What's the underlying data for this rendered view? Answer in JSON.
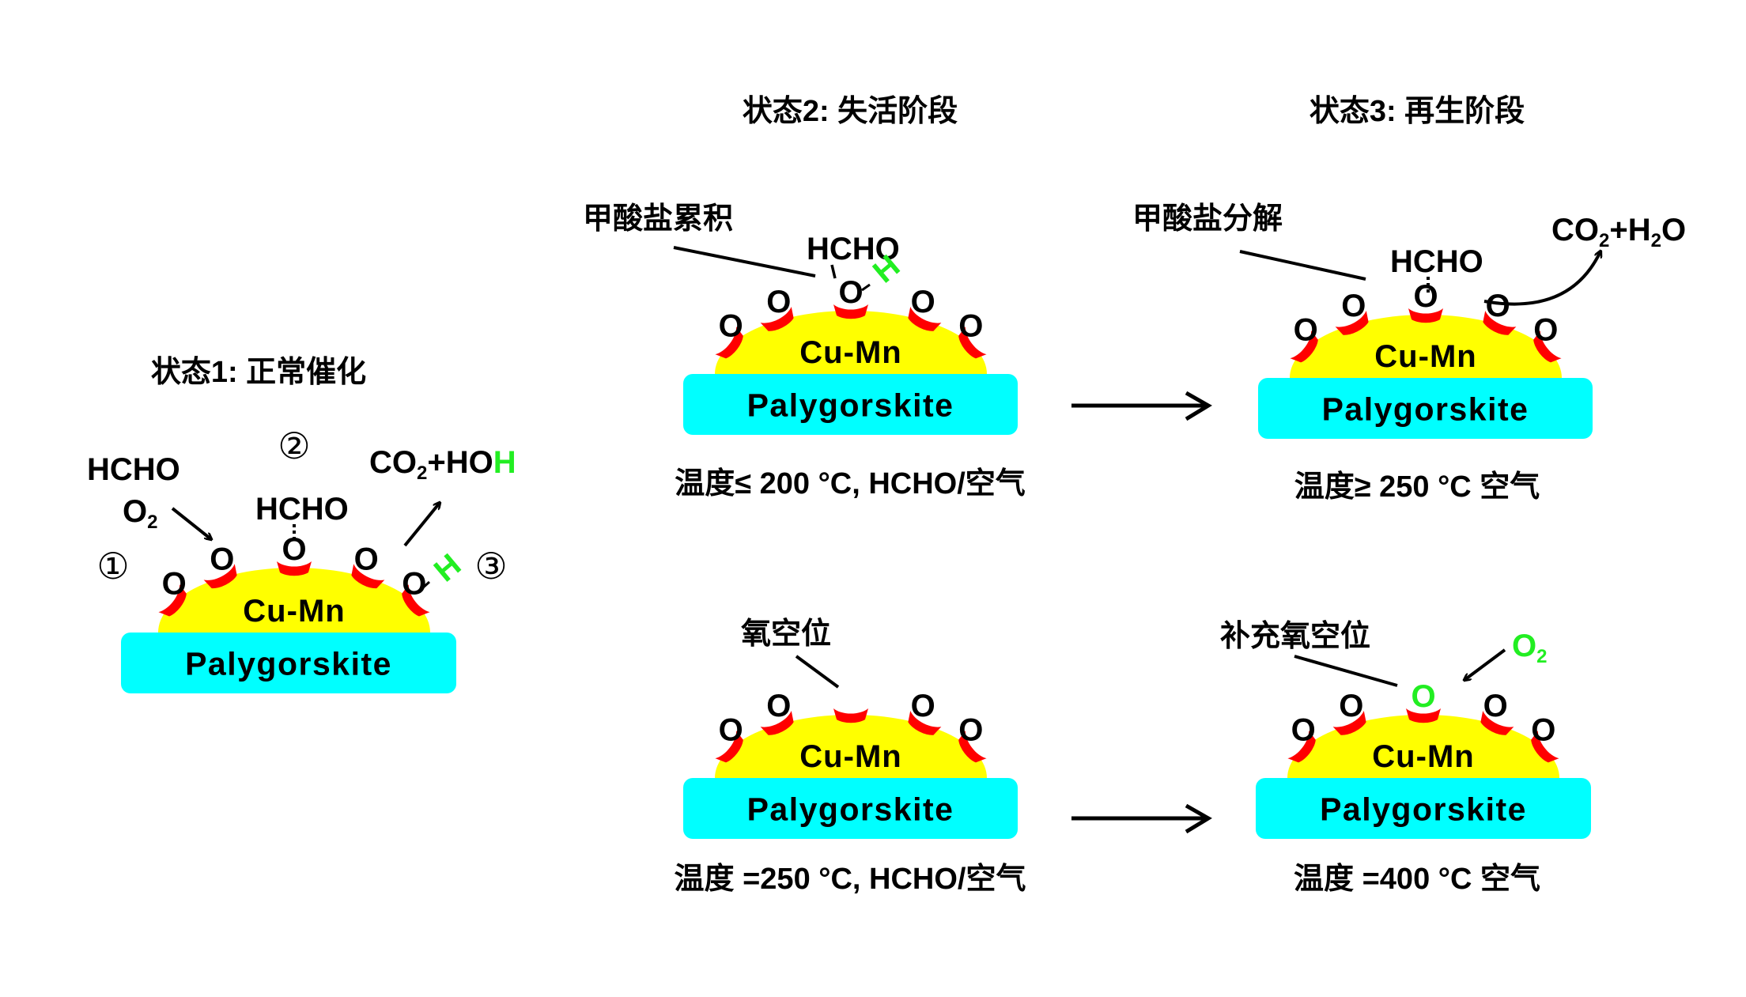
{
  "figure": {
    "colors": {
      "support": "#00ffff",
      "metal": "#ffff00",
      "site": "#ff0000",
      "hydrogen": "#22ee22",
      "ink": "#000000"
    },
    "state1": {
      "title": "状态1: 正常催化",
      "support_label": "Palygorskite",
      "metal_label": "Cu-Mn",
      "oxygen_label": "O",
      "step_markers": [
        "①",
        "②",
        "③"
      ],
      "reactant_hcho": "HCHO",
      "reactant_o2": "O",
      "reactant_o2_sub": "2",
      "adsorbed_hcho": "HCHO",
      "product_prefix": "CO",
      "product_sub": "2",
      "product_mid": "+HO",
      "product_h": "H",
      "surface_h": "H"
    },
    "state2_top": {
      "title": "状态2: 失活阶段",
      "annotation": "甲酸盐累积",
      "adsorbed_hcho": "HCHO",
      "surface_h": "H",
      "support_label": "Palygorskite",
      "metal_label": "Cu-Mn",
      "oxygen_label": "O",
      "condition": "温度≤ 200 °C, HCHO/空气"
    },
    "state3_top": {
      "title": "状态3: 再生阶段",
      "annotation": "甲酸盐分解",
      "adsorbed_hcho": "HCHO",
      "product_a": "CO",
      "product_a_sub": "2",
      "product_plus": "+H",
      "product_b_sub": "2",
      "product_b_tail": "O",
      "support_label": "Palygorskite",
      "metal_label": "Cu-Mn",
      "oxygen_label": "O",
      "condition": "温度≥ 250 °C 空气"
    },
    "state2_bottom": {
      "annotation": "氧空位",
      "support_label": "Palygorskite",
      "metal_label": "Cu-Mn",
      "oxygen_label": "O",
      "condition": "温度 =250 °C, HCHO/空气"
    },
    "state3_bottom": {
      "annotation": "补充氧空位",
      "o2_label": "O",
      "o2_sub": "2",
      "refilled_oxygen": "O",
      "support_label": "Palygorskite",
      "metal_label": "Cu-Mn",
      "oxygen_label": "O",
      "condition": "温度 =400 °C 空气"
    }
  }
}
